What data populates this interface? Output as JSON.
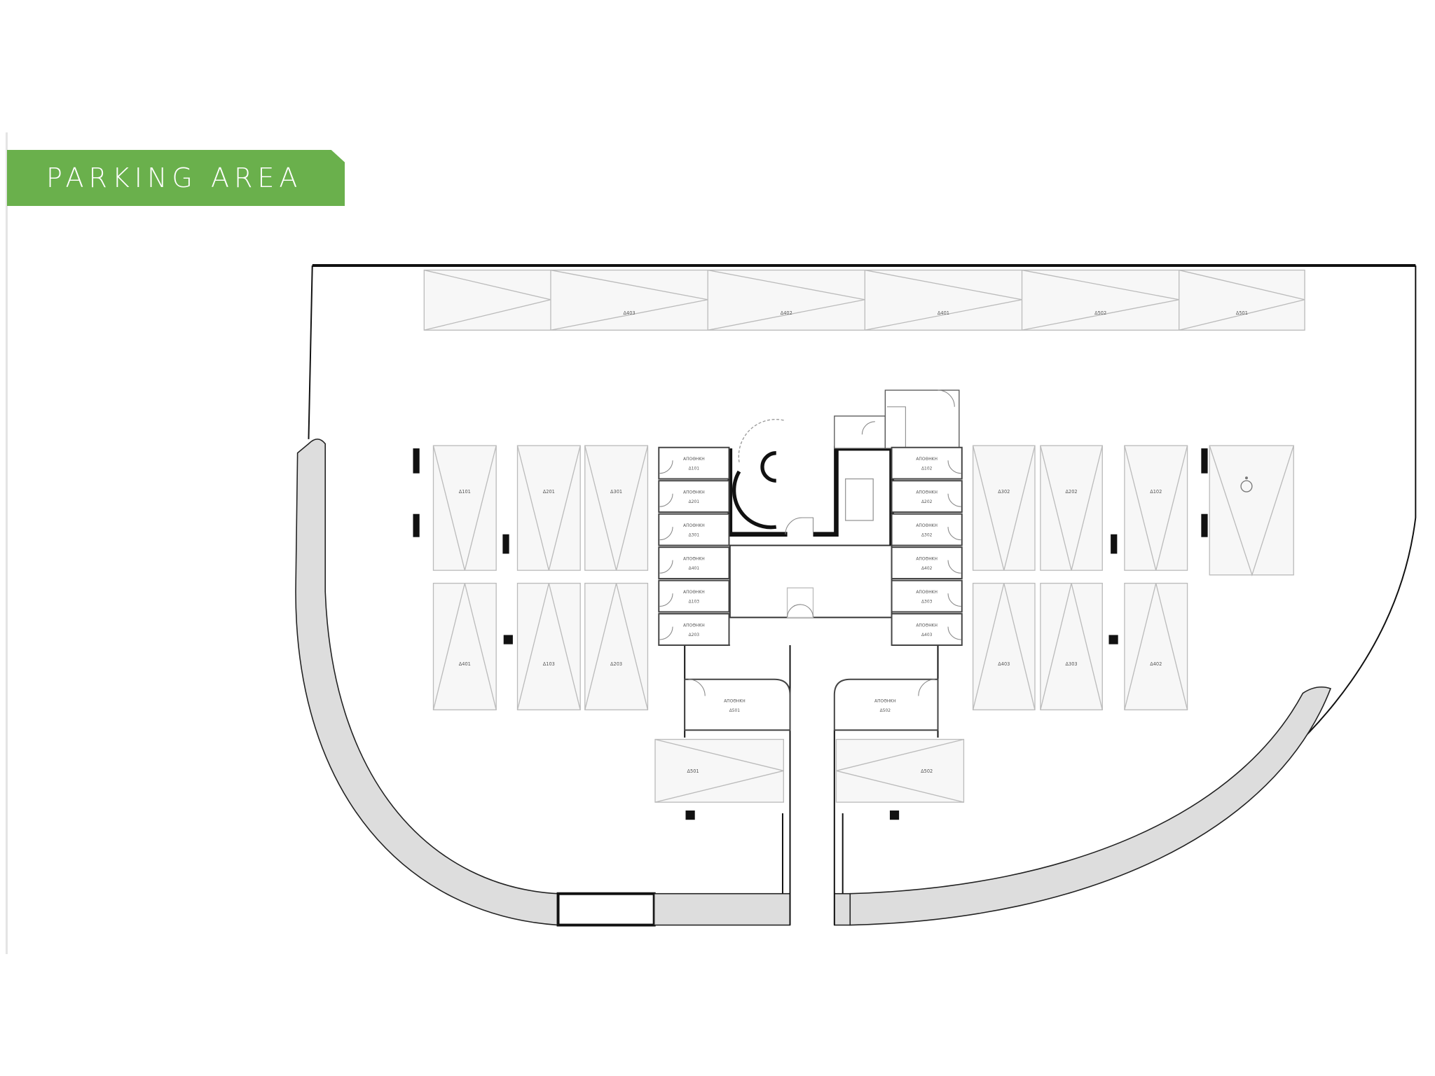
{
  "title": "PARKING AREA",
  "accent_color": "#6ab04c",
  "top_row_spaces": [
    "Δ403",
    "Δ402",
    "Δ401",
    "Δ502",
    "Δ501"
  ],
  "left_spaces_top": [
    "Δ101",
    "Δ201",
    "Δ301"
  ],
  "left_spaces_bottom": [
    "Δ401",
    "Δ103",
    "Δ203"
  ],
  "right_spaces_top": [
    "Δ302",
    "Δ202",
    "Δ102"
  ],
  "right_spaces_bottom": [
    "Δ403",
    "Δ303",
    "Δ402"
  ],
  "lower_spaces": [
    "Δ501",
    "Δ502"
  ],
  "storage_word": "ΑΠΟΘΗΚΗ",
  "storage_left": [
    "Δ101",
    "Δ201",
    "Δ301",
    "Δ401",
    "Δ103",
    "Δ203"
  ],
  "storage_right": [
    "Δ102",
    "Δ202",
    "Δ302",
    "Δ402",
    "Δ303",
    "Δ403"
  ],
  "storage_lower": [
    "Δ501",
    "Δ502"
  ],
  "accessible_icon": "wheelchair-icon"
}
